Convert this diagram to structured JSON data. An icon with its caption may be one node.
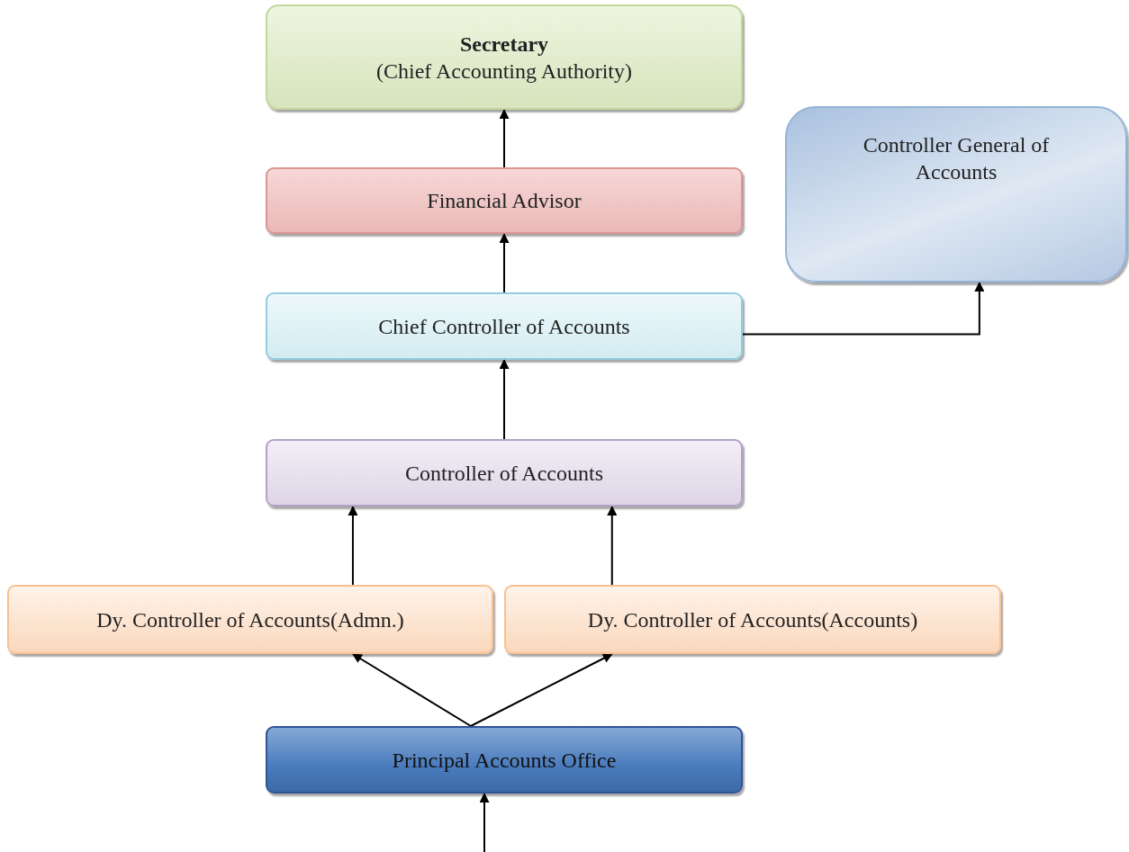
{
  "diagram": {
    "nodes": [
      {
        "text": [
          "Secretary",
          "(Chief Accounting Authority)"
        ]
      },
      {
        "text": [
          "Financial Advisor"
        ]
      },
      {
        "text": [
          "Controller General of Accounts"
        ]
      },
      {
        "text": [
          "Chief Controller of Accounts"
        ]
      },
      {
        "text": [
          "Controller of Accounts"
        ]
      },
      {
        "text": [
          "Dy. Controller of Accounts(Admn.)"
        ]
      },
      {
        "text": [
          "Dy. Controller of Accounts(Accounts)"
        ]
      },
      {
        "text": [
          "Principal Accounts Office"
        ]
      }
    ],
    "edges": [
      {
        "from": 1,
        "to": 0,
        "arrow": "to"
      },
      {
        "from": 3,
        "to": 1,
        "arrow": "to"
      },
      {
        "from": 3,
        "to": 2,
        "arrow": "to"
      },
      {
        "from": 4,
        "to": 3,
        "arrow": "to"
      },
      {
        "from": 5,
        "to": 4,
        "arrow": "to"
      },
      {
        "from": 6,
        "to": 4,
        "arrow": "to"
      },
      {
        "from": 7,
        "to": 5,
        "arrow": "to"
      },
      {
        "from": 7,
        "to": 6,
        "arrow": "to"
      },
      {
        "from": null,
        "to": 7,
        "arrow": "to"
      }
    ]
  }
}
